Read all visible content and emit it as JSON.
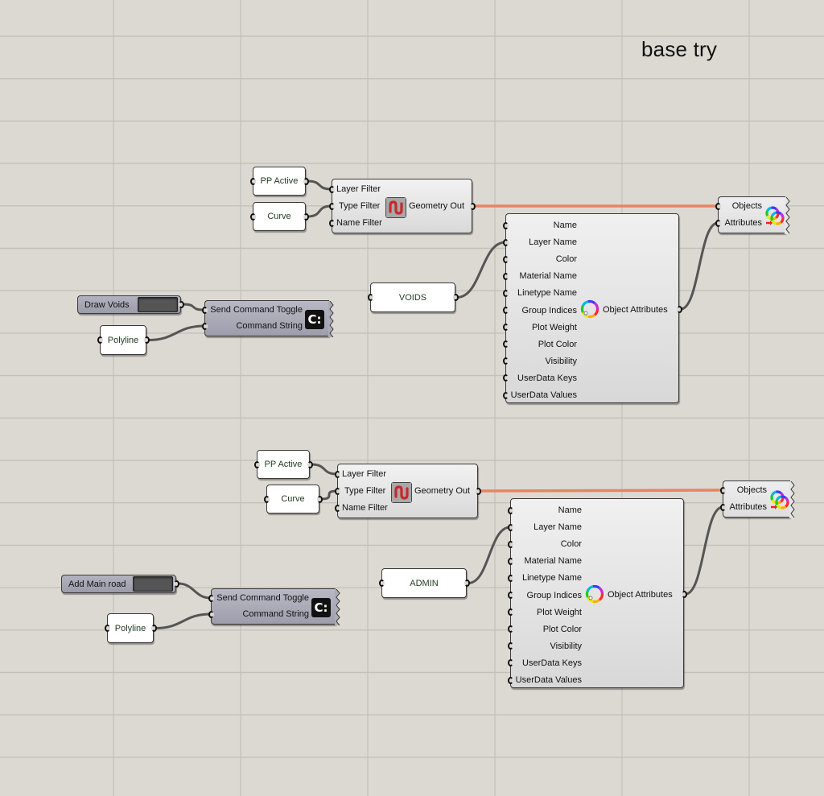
{
  "canvas": {
    "title": "base try",
    "background_color": "#dcd9d3",
    "wire_color": "#555555",
    "selected_wire_color": "#e8845f"
  },
  "groups": [
    {
      "id": "voids",
      "layer_filter_input": "PP Active",
      "type_filter_input": "Curve",
      "geometry_pipeline": {
        "inputs": [
          "Layer Filter",
          "Type Filter",
          "Name Filter"
        ],
        "output": "Geometry Out",
        "icon": "geometry-pipeline-icon"
      },
      "layer_name_panel": "VOIDS",
      "object_attributes": {
        "inputs": [
          "Name",
          "Layer Name",
          "Color",
          "Material Name",
          "Linetype Name",
          "Group Indices",
          "Plot Weight",
          "Plot Color",
          "Visibility",
          "UserData Keys",
          "UserData Values"
        ],
        "output": "Object Attributes",
        "icon": "object-attributes-icon"
      },
      "bake": {
        "inputs": [
          "Objects",
          "Attributes"
        ],
        "icon": "bake-icon"
      },
      "toggle": {
        "label": "Draw Voids",
        "state": "off"
      },
      "command_string_input": "Polyline",
      "command": {
        "inputs": [
          "Send Command Toggle",
          "Command String"
        ],
        "icon_text": "C:"
      }
    },
    {
      "id": "admin",
      "layer_filter_input": "PP Active",
      "type_filter_input": "Curve",
      "geometry_pipeline": {
        "inputs": [
          "Layer Filter",
          "Type Filter",
          "Name Filter"
        ],
        "output": "Geometry Out",
        "icon": "geometry-pipeline-icon"
      },
      "layer_name_panel": "ADMIN",
      "object_attributes": {
        "inputs": [
          "Name",
          "Layer Name",
          "Color",
          "Material Name",
          "Linetype Name",
          "Group Indices",
          "Plot Weight",
          "Plot Color",
          "Visibility",
          "UserData Keys",
          "UserData Values"
        ],
        "output": "Object Attributes",
        "icon": "object-attributes-icon"
      },
      "bake": {
        "inputs": [
          "Objects",
          "Attributes"
        ],
        "icon": "bake-icon"
      },
      "toggle": {
        "label": "Add Main road",
        "state": "off"
      },
      "command_string_input": "Polyline",
      "command": {
        "inputs": [
          "Send Command Toggle",
          "Command String"
        ],
        "icon_text": "C:"
      }
    }
  ]
}
